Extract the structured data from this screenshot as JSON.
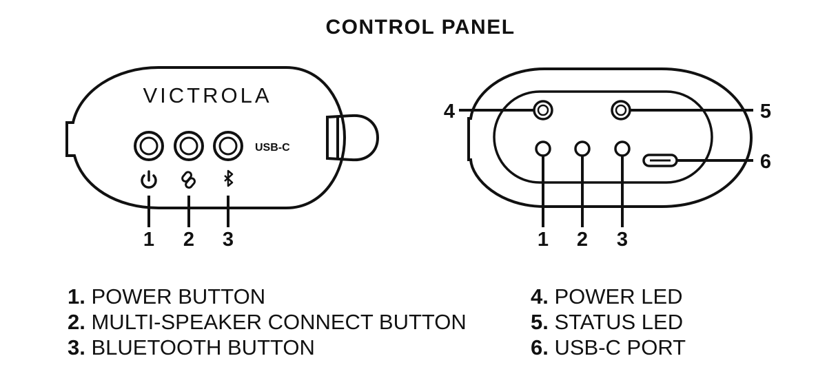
{
  "title": "CONTROL PANEL",
  "brand": "VICTROLA",
  "port_label": "USB-C",
  "front_view": {
    "callouts": [
      {
        "num": "1",
        "icon": "power-icon"
      },
      {
        "num": "2",
        "icon": "link-icon"
      },
      {
        "num": "3",
        "icon": "bluetooth-icon"
      }
    ]
  },
  "back_view": {
    "callouts": [
      "1",
      "2",
      "3",
      "4",
      "5",
      "6"
    ]
  },
  "legend": [
    {
      "num": "1.",
      "label": "POWER BUTTON"
    },
    {
      "num": "2.",
      "label": "MULTI-SPEAKER CONNECT BUTTON"
    },
    {
      "num": "3.",
      "label": "BLUETOOTH BUTTON"
    },
    {
      "num": "4.",
      "label": "POWER LED"
    },
    {
      "num": "5.",
      "label": "STATUS LED"
    },
    {
      "num": "6.",
      "label": "USB-C PORT"
    }
  ],
  "colors": {
    "ink": "#111111",
    "background": "#ffffff"
  }
}
